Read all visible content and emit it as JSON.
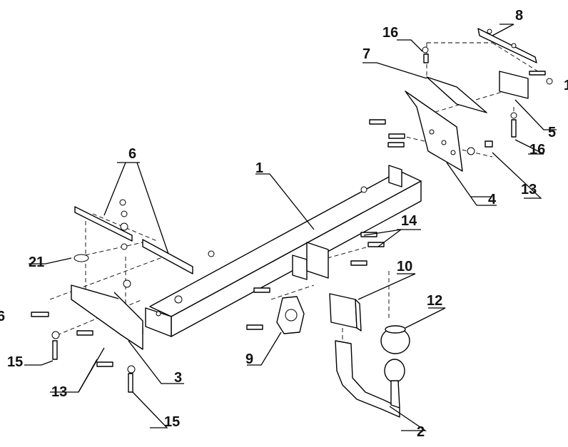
{
  "callouts": {
    "c1": "1",
    "c2": "2",
    "c3": "3",
    "c4": "4",
    "c5": "5",
    "c6": "6",
    "c6b": "6",
    "c7": "7",
    "c8": "8",
    "c9": "9",
    "c10": "10",
    "c12": "12",
    "c13a": "13",
    "c13b": "13",
    "c14": "14",
    "c15a": "15",
    "c15b": "15",
    "c16a": "16",
    "c16b": "16",
    "c21": "21",
    "cedge": "1"
  }
}
